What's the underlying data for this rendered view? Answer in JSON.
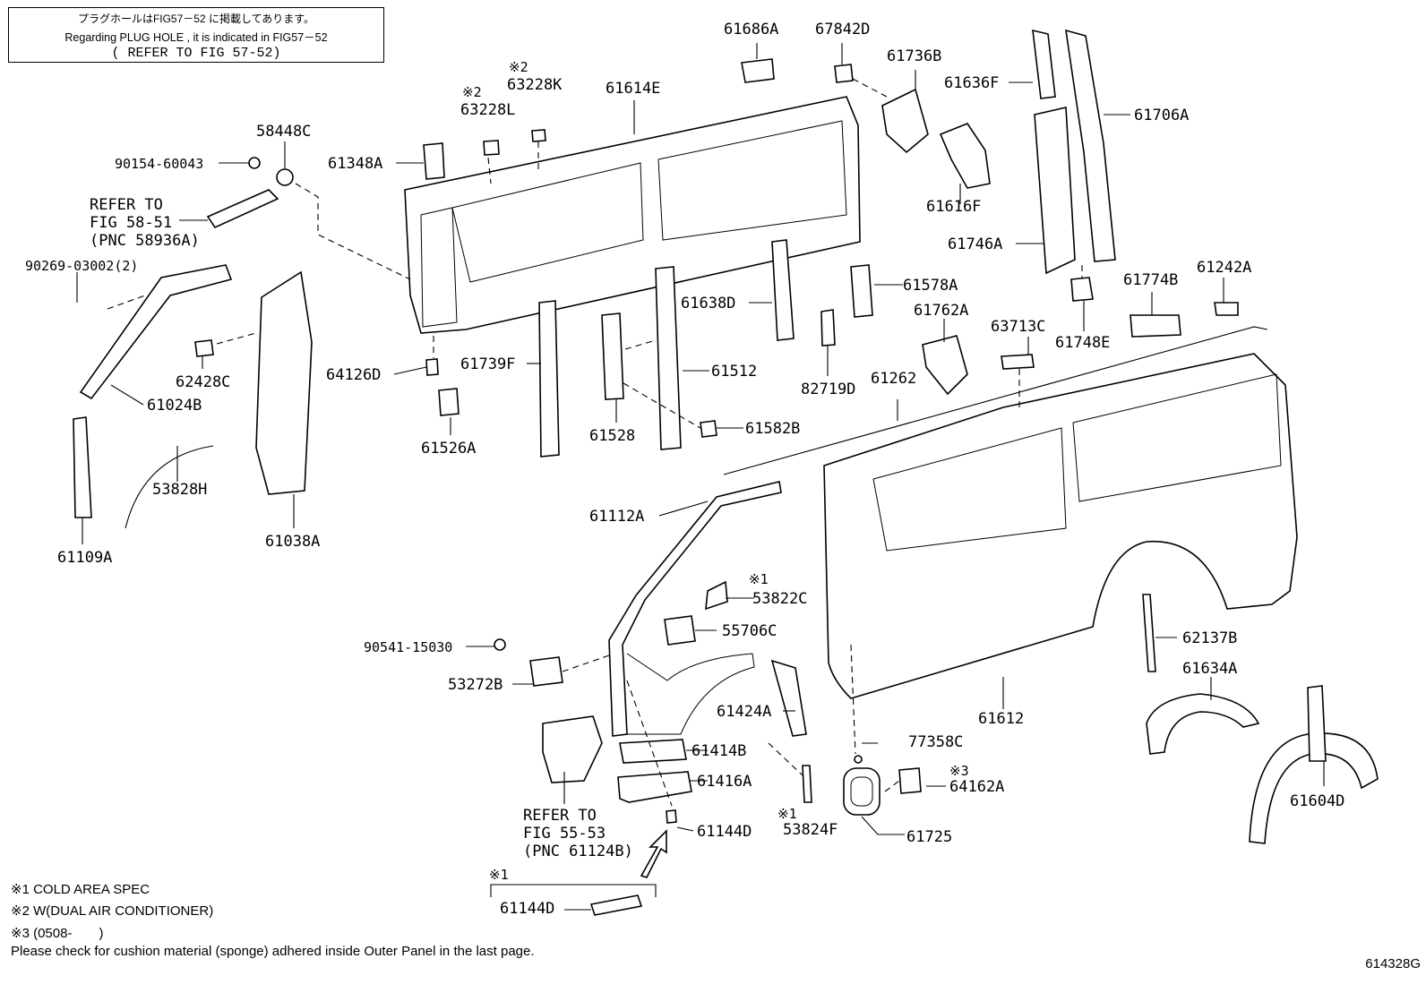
{
  "notice": {
    "line_jp": "プラグホールはFIG57－52 に掲載してあります。",
    "line_en": "Regarding PLUG HOLE , it is indicated in FIG57－52",
    "line_ref": "( REFER TO FIG 57-52)"
  },
  "labels": {
    "p61686A": "61686A",
    "p67842D": "67842D",
    "p61736B": "61736B",
    "p61636F": "61636F",
    "p61706A": "61706A",
    "p61614E": "61614E",
    "p63228K_mark": "※2",
    "p63228K": "63228K",
    "p63228L_mark": "※2",
    "p63228L": "63228L",
    "p58448C": "58448C",
    "p90154": "90154-60043",
    "p61348A": "61348A",
    "p61616F": "61616F",
    "refer1_a": "REFER TO",
    "refer1_b": "FIG 58-51",
    "refer1_c": "(PNC 58936A)",
    "p61746A": "61746A",
    "p90269": "90269-03002(2)",
    "p61578A": "61578A",
    "p61774B": "61774B",
    "p61242A": "61242A",
    "p61638D": "61638D",
    "p61762A": "61762A",
    "p63713C": "63713C",
    "p61748E": "61748E",
    "p62428C": "62428C",
    "p64126D": "64126D",
    "p61739F": "61739F",
    "p61512": "61512",
    "p82719D": "82719D",
    "p61262": "61262",
    "p61024B": "61024B",
    "p61526A": "61526A",
    "p61528": "61528",
    "p61582B": "61582B",
    "p53828H": "53828H",
    "p61038A": "61038A",
    "p61112A": "61112A",
    "p61109A": "61109A",
    "p53822C_mark": "※1",
    "p53822C": "53822C",
    "p55706C": "55706C",
    "p90541": "90541-15030",
    "p62137B": "62137B",
    "p53272B": "53272B",
    "p61634A": "61634A",
    "p61424A": "61424A",
    "p61612": "61612",
    "p61414B": "61414B",
    "p77358C": "77358C",
    "p61416A": "61416A",
    "p64162A_mark": "※3",
    "p64162A": "64162A",
    "p61604D": "61604D",
    "refer2_a": "REFER TO",
    "refer2_b": "FIG 55-53",
    "refer2_c": "(PNC 61124B)",
    "p61144D_a": "61144D",
    "p53824F_mark": "※1",
    "p53824F": "53824F",
    "p61725": "61725",
    "p61144D_b_mark": "※1",
    "p61144D_b": "61144D"
  },
  "footnotes": {
    "note1": "※1 COLD AREA SPEC",
    "note2": "※2 W(DUAL AIR CONDITIONER)",
    "note3": "※3 (0508-　　)",
    "note4": "Please check for cushion material (sponge) adhered inside Outer Panel in the last page."
  },
  "figure_number": "614328G"
}
